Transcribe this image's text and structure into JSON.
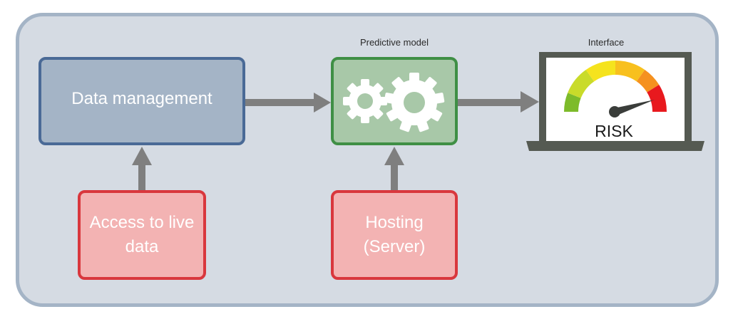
{
  "nodes": {
    "data_management": "Data management",
    "access_live_data": "Access to live data",
    "hosting": "Hosting (Server)"
  },
  "captions": {
    "predictive_model": "Predictive model",
    "interface": "Interface"
  },
  "gauge": {
    "label": "RISK"
  },
  "colors": {
    "frame_fill": "#d5dbe3",
    "frame_border": "#a4b4c6",
    "data_box_fill": "#a4b4c6",
    "data_box_border": "#4a6a96",
    "model_fill": "#a8c8a8",
    "model_border": "#3f8f45",
    "red_fill": "#f3b3b3",
    "red_border": "#d9373d",
    "arrow": "#7f7f7f",
    "laptop": "#555a52"
  }
}
